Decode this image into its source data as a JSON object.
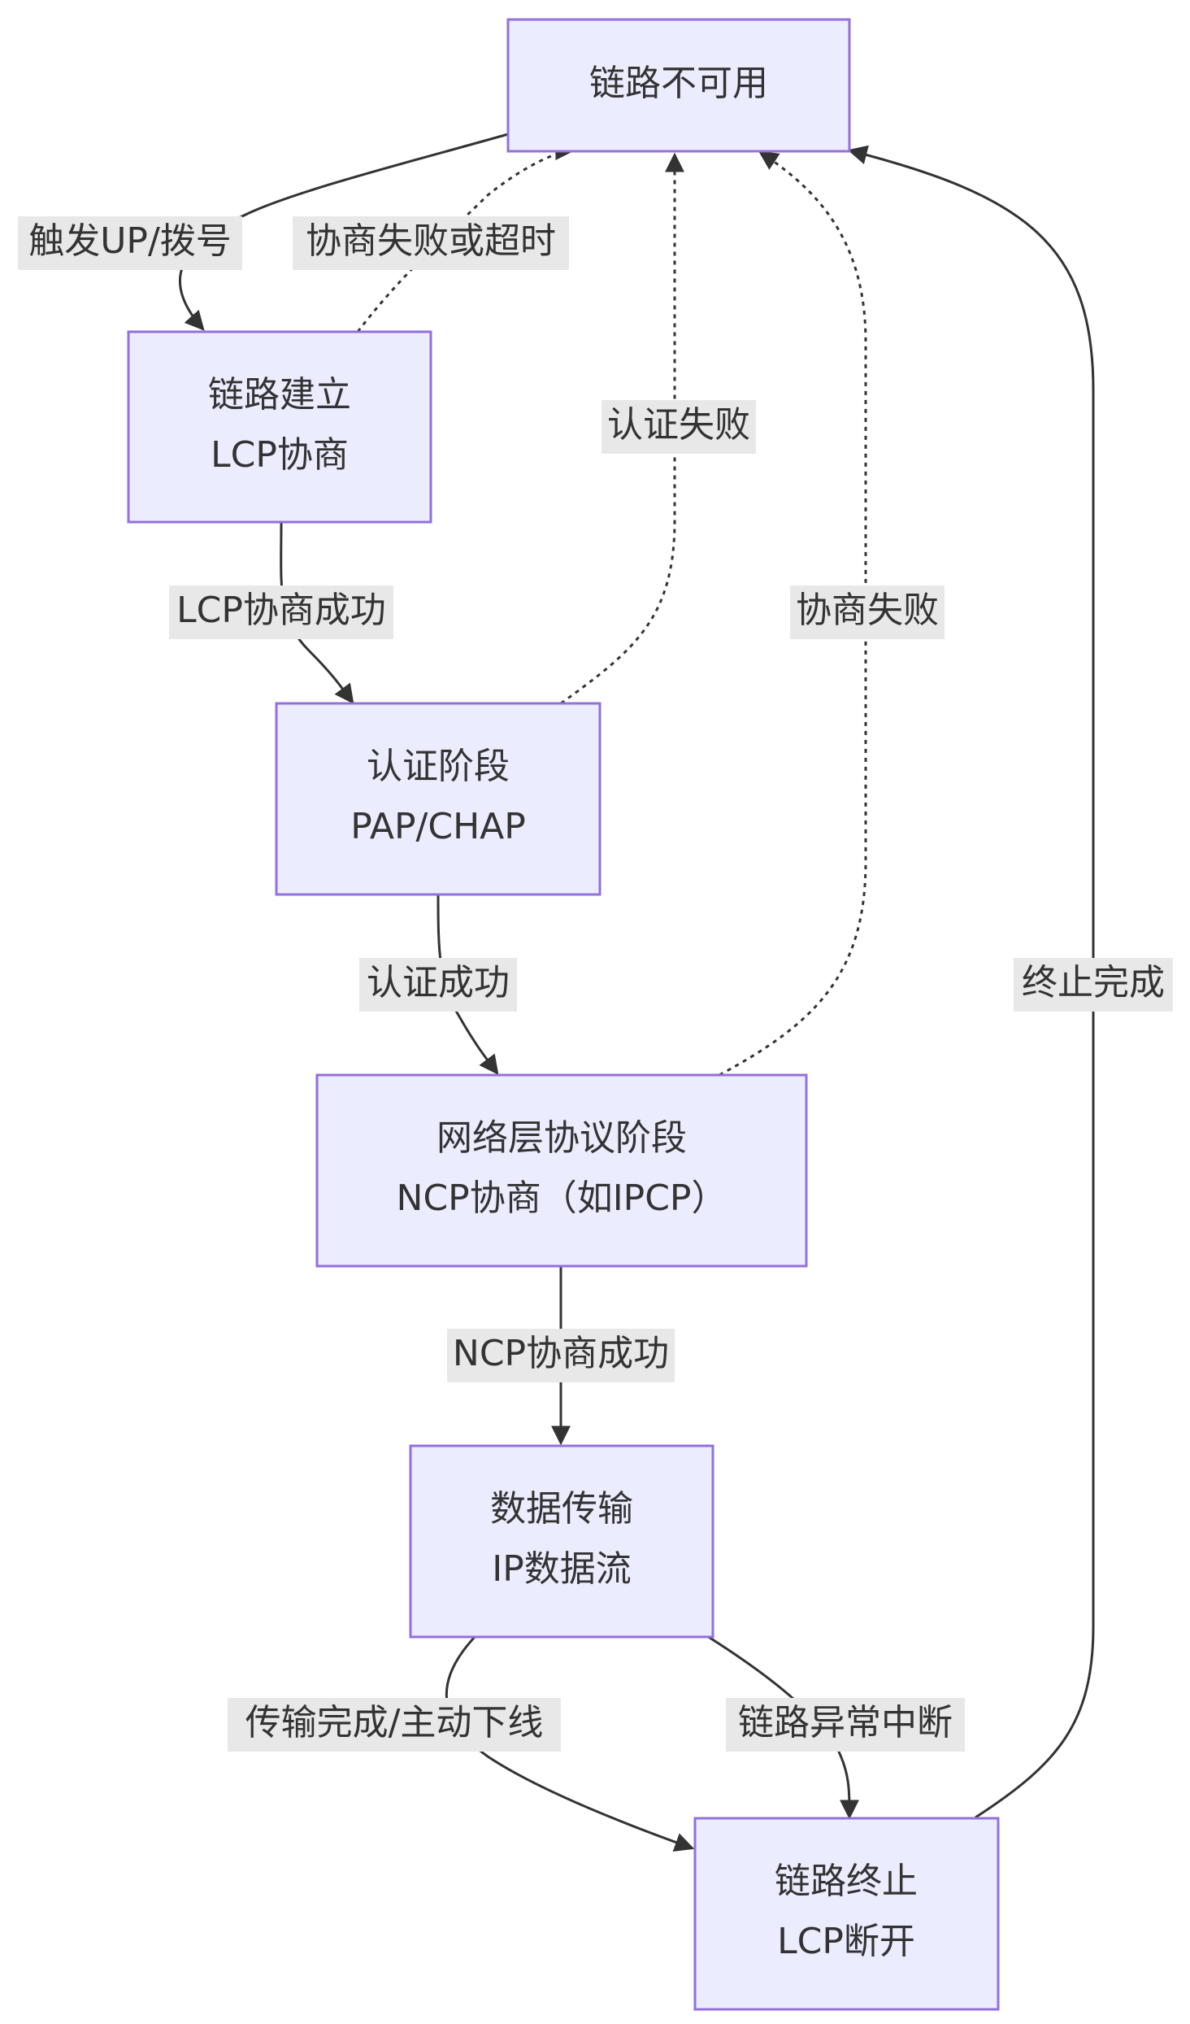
{
  "nodes": {
    "unavailable": {
      "lines": [
        "链路不可用"
      ]
    },
    "establish": {
      "lines": [
        "链路建立",
        "LCP协商"
      ]
    },
    "auth": {
      "lines": [
        "认证阶段",
        "PAP/CHAP"
      ]
    },
    "network": {
      "lines": [
        "网络层协议阶段",
        "NCP协商（如IPCP）"
      ]
    },
    "transfer": {
      "lines": [
        "数据传输",
        "IP数据流"
      ]
    },
    "terminate": {
      "lines": [
        "链路终止",
        "LCP断开"
      ]
    }
  },
  "edges": {
    "trigger_up": {
      "label": "触发UP/拨号"
    },
    "lcp_fail": {
      "label": "协商失败或超时"
    },
    "auth_fail": {
      "label": "认证失败"
    },
    "ncp_fail": {
      "label": "协商失败"
    },
    "lcp_success": {
      "label": "LCP协商成功"
    },
    "auth_success": {
      "label": "认证成功"
    },
    "ncp_success": {
      "label": "NCP协商成功"
    },
    "transfer_done": {
      "label": "传输完成/主动下线"
    },
    "link_abnormal": {
      "label": "链路异常中断"
    },
    "terminate_done": {
      "label": "终止完成"
    }
  }
}
